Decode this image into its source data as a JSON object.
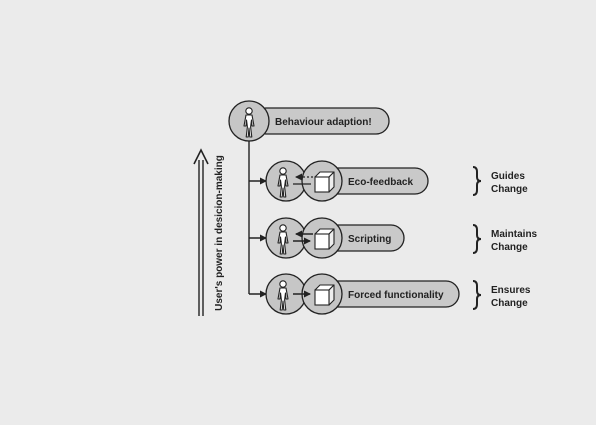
{
  "top_node": {
    "label": "Behaviour adaption!"
  },
  "axis": {
    "label": "User's power in desicion-making"
  },
  "levels": [
    {
      "label": "Eco-feedback",
      "interaction": "dotted-feedback-arrow",
      "brace_line1": "Guides",
      "brace_line2": "Change"
    },
    {
      "label": "Scripting",
      "interaction": "double-arrow",
      "brace_line1": "Maintains",
      "brace_line2": "Change"
    },
    {
      "label": "Forced functionality",
      "interaction": "single-arrow",
      "brace_line1": "Ensures",
      "brace_line2": "Change"
    }
  ],
  "icons": {
    "person": "person-icon",
    "product": "cube-icon"
  },
  "colors": {
    "background": "#ebebeb",
    "node_fill": "#c6c6c6",
    "pill_fill": "#c9c9c9",
    "stroke": "#222222"
  }
}
